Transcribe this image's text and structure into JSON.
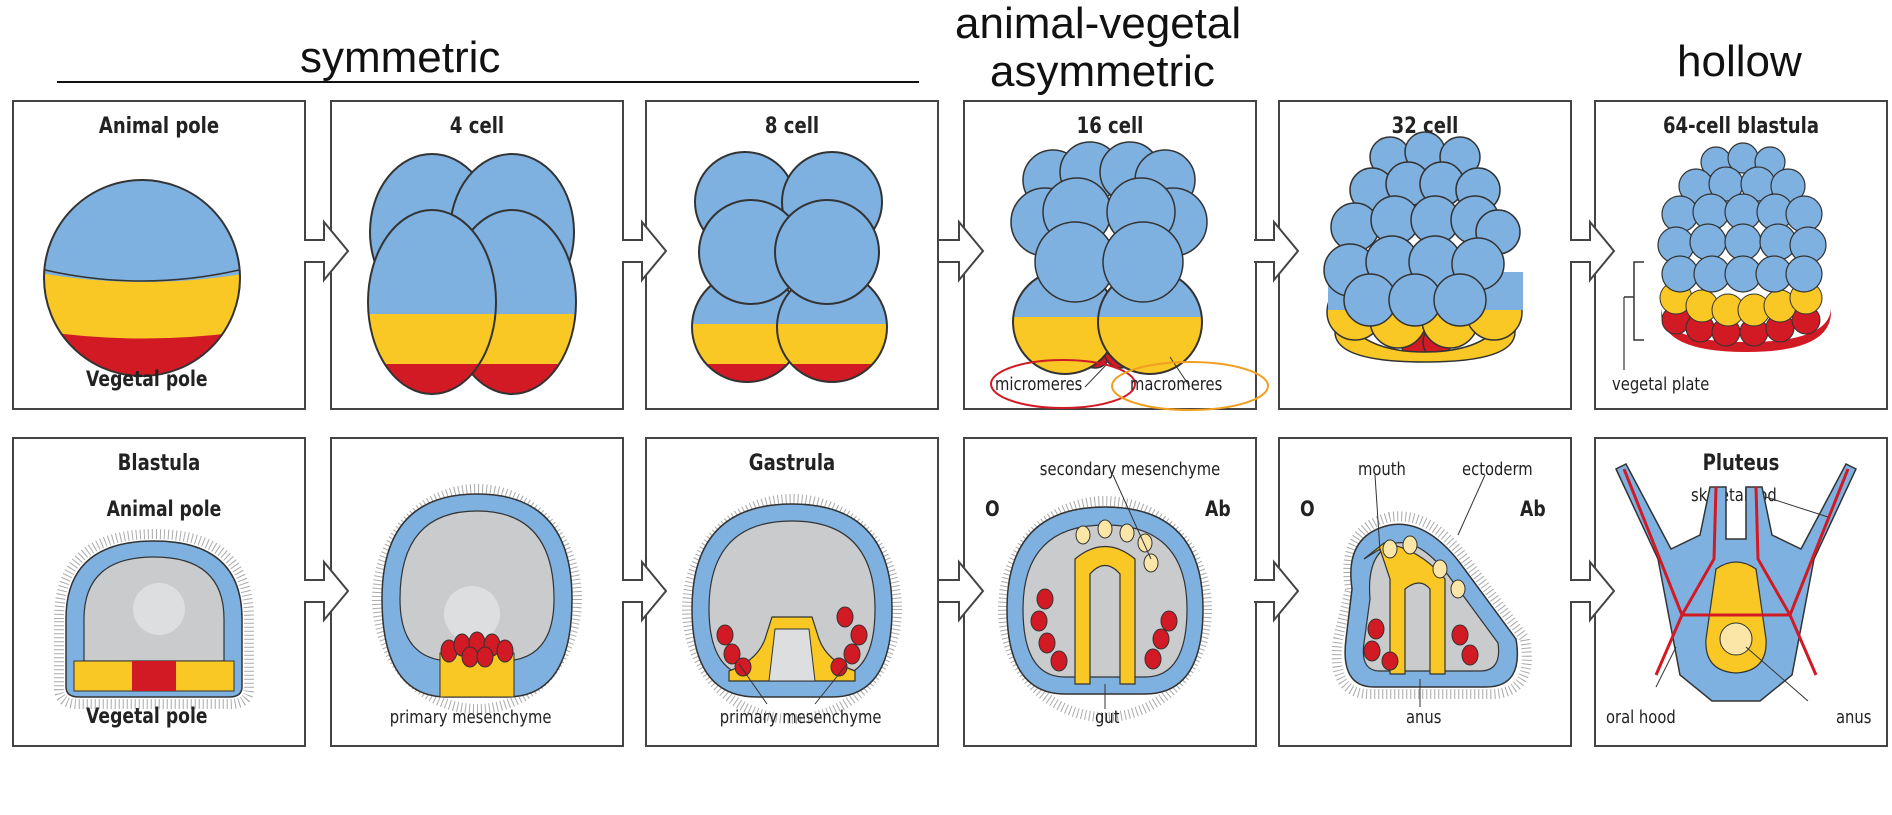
{
  "header": {
    "symmetric": "symmetric",
    "animal_vegetal_line1": "animal-vegetal",
    "animal_vegetal_line2": "asymmetric",
    "hollow": "hollow"
  },
  "colors": {
    "animal_blue": "#7fb1e0",
    "yellow": "#f9c824",
    "red": "#d11a24",
    "grey": "#c9cbcd",
    "outline": "#333333",
    "micromere_circle": "#d11a24",
    "macromere_circle": "#f0a020"
  },
  "top_row": [
    {
      "title": "Animal pole",
      "bottom": "Vegetal pole"
    },
    {
      "title": "4 cell"
    },
    {
      "title": "8 cell"
    },
    {
      "title": "16 cell",
      "label_left": "micromeres",
      "label_right": "macromeres"
    },
    {
      "title": "32 cell"
    },
    {
      "title": "64-cell blastula",
      "label": "vegetal plate"
    }
  ],
  "bottom_row": [
    {
      "title": "Blastula",
      "subtitle": "Animal pole",
      "bottom": "Vegetal pole"
    },
    {
      "label": "primary mesenchyme"
    },
    {
      "title": "Gastrula",
      "label": "primary mesenchyme"
    },
    {
      "title": "secondary mesenchyme",
      "left": "O",
      "right": "Ab",
      "label": "gut"
    },
    {
      "label_mouth": "mouth",
      "label_ectoderm": "ectoderm",
      "left": "O",
      "right": "Ab",
      "label": "anus"
    },
    {
      "title": "Pluteus",
      "label_rod": "skeletal rod",
      "label_hood": "oral hood",
      "label_anus": "anus"
    }
  ]
}
